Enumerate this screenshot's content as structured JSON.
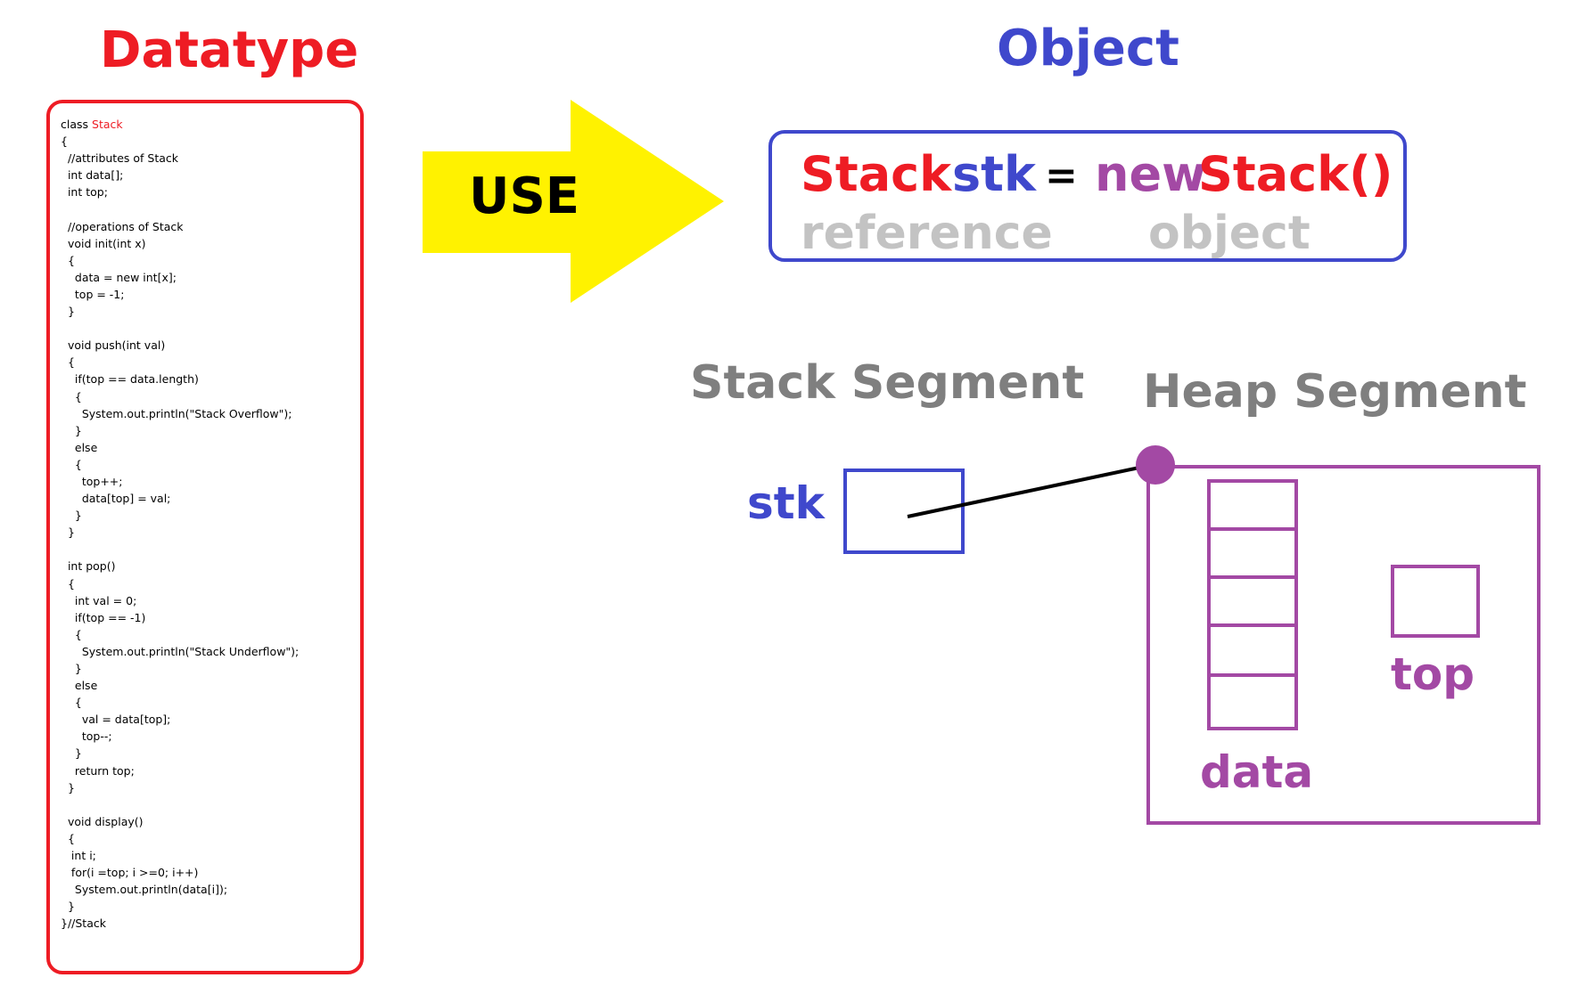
{
  "datatype_title": "Datatype",
  "object_title": "Object",
  "use_label": "USE",
  "code_lines": [
    {
      "text": "class ",
      "highlight": "Stack"
    },
    {
      "text": "{"
    },
    {
      "text": "  //attributes of Stack"
    },
    {
      "text": "  int data[];"
    },
    {
      "text": "  int top;"
    },
    {
      "text": ""
    },
    {
      "text": "  //operations of Stack"
    },
    {
      "text": "  void init(int x)"
    },
    {
      "text": "  {"
    },
    {
      "text": "    data = new int[x];"
    },
    {
      "text": "    top = -1;"
    },
    {
      "text": "  }"
    },
    {
      "text": ""
    },
    {
      "text": "  void push(int val)"
    },
    {
      "text": "  {"
    },
    {
      "text": "    if(top == data.length)"
    },
    {
      "text": "    {"
    },
    {
      "text": "      System.out.println(\"Stack Overflow\");"
    },
    {
      "text": "    }"
    },
    {
      "text": "    else"
    },
    {
      "text": "    {"
    },
    {
      "text": "      top++;"
    },
    {
      "text": "      data[top] = val;"
    },
    {
      "text": "    }"
    },
    {
      "text": "  }"
    },
    {
      "text": ""
    },
    {
      "text": "  int pop()"
    },
    {
      "text": "  {"
    },
    {
      "text": "    int val = 0;"
    },
    {
      "text": "    if(top == -1)"
    },
    {
      "text": "    {"
    },
    {
      "text": "      System.out.println(\"Stack Underflow\");"
    },
    {
      "text": "    }"
    },
    {
      "text": "    else"
    },
    {
      "text": "    {"
    },
    {
      "text": "      val = data[top];"
    },
    {
      "text": "      top--;"
    },
    {
      "text": "    }"
    },
    {
      "text": "    return top;"
    },
    {
      "text": "  }"
    },
    {
      "text": ""
    },
    {
      "text": "  void display()"
    },
    {
      "text": "  {"
    },
    {
      "text": "   int i;"
    },
    {
      "text": "   for(i =top; i >=0; i++)"
    },
    {
      "text": "    System.out.println(data[i]);"
    },
    {
      "text": "  }"
    },
    {
      "text": "}//Stack"
    }
  ],
  "statement": {
    "type": "Stack",
    "var": "stk",
    "eq": "=",
    "new_kw": "new",
    "ctor": "Stack()"
  },
  "statement_labels": {
    "reference": "reference",
    "object": "object"
  },
  "stack_segment_title": "Stack Segment",
  "heap_segment_title": "Heap Segment",
  "stk_label": "stk",
  "top_label": "top",
  "data_label": "data",
  "colors": {
    "red": "#ee1c24",
    "blue": "#3f48cc",
    "purple": "#a349a4",
    "yellow": "#fff200",
    "gray": "#7f7f7f",
    "light_gray": "#c3c3c3"
  }
}
